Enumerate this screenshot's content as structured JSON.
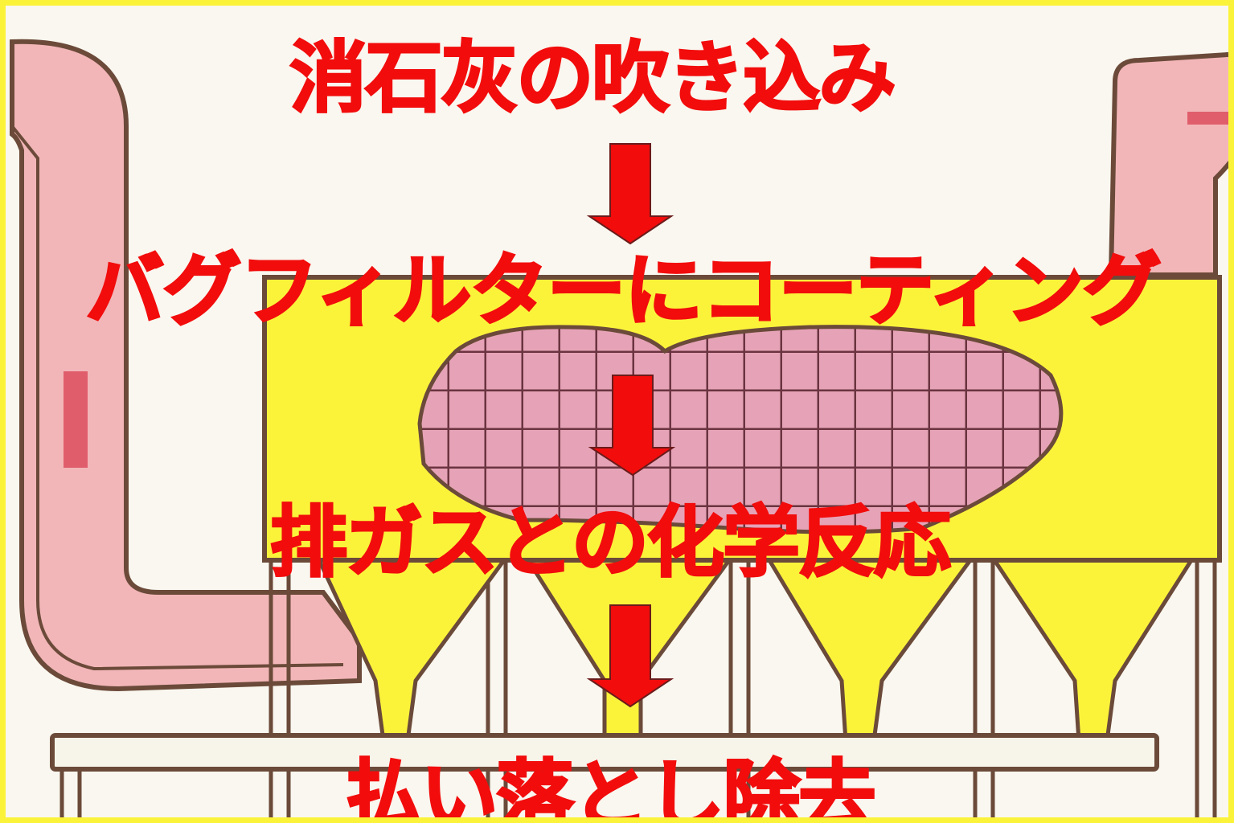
{
  "title_steps": [
    "消石灰の吹き込み",
    "バグフィルターにコーティング",
    "排ガスとの化学反応",
    "払い落とし除去"
  ],
  "colors": {
    "border": "#fbf33a",
    "background": "#f9f7ef",
    "duct": "#f2b6b8",
    "filter_housing": "#fbf33a",
    "filter_bags": "#e6a3b7",
    "text_and_arrows": "#f20c0c",
    "outline": "#6b4a3a"
  }
}
